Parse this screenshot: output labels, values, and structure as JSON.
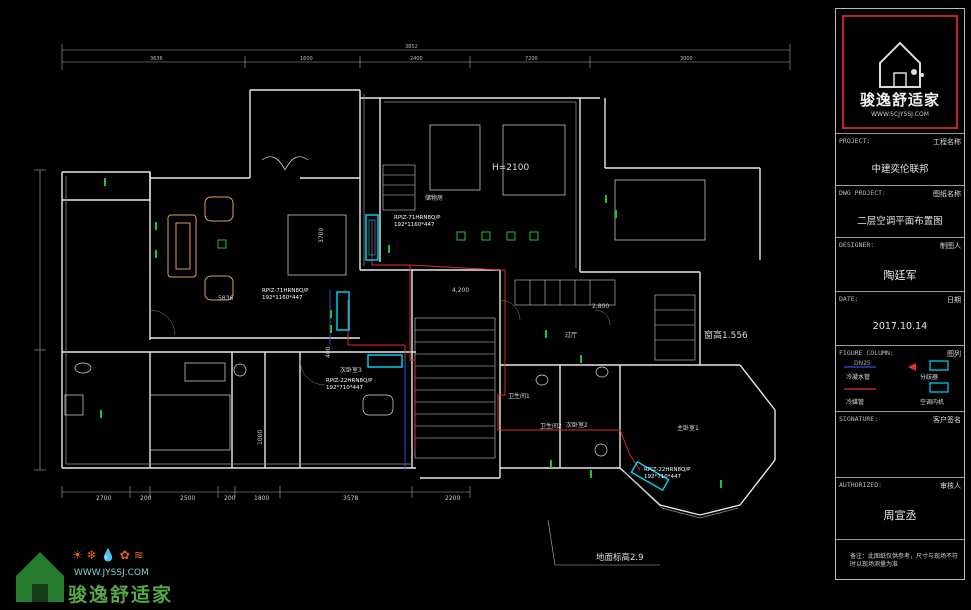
{
  "plan": {
    "dims_top": [
      "3852",
      "3636",
      "1600",
      "2400",
      "7200",
      "3000"
    ],
    "dims_bottom": [
      "2700",
      "200",
      "2500",
      "200",
      "1800",
      "3578",
      "2200"
    ],
    "dims_inner": [
      "3700",
      "5836",
      "4,200",
      "2,800",
      "400",
      "1000"
    ],
    "rooms": {
      "living": "H=2100",
      "storage": "储物房",
      "bedroom3": "次卧室3",
      "bedroom2": "次卧室2",
      "master": "主卧室1",
      "hall": "过厅",
      "bath1": "卫生间1",
      "bath2": "卫生间2"
    },
    "units": [
      {
        "model": "RPIZ-71HRN8Q/P",
        "size": "192*1160*447"
      },
      {
        "model": "RPIZ-71HRN8Q/P",
        "size": "192*1160*447"
      },
      {
        "model": "RPIZ-22HRN8Q/P",
        "size": "192*710*447"
      },
      {
        "model": "RPIZ-22HRN8Q/P",
        "size": "192*710*447"
      }
    ],
    "annotations": {
      "window_height": "窗高1.556",
      "floor_height": "地面标高2.9"
    }
  },
  "titleblock": {
    "logo_text": "骏逸舒适家",
    "logo_url": "WWW.SCJYSSJ.COM",
    "project_label": "PROJECT:",
    "project_label_cn": "工程名称",
    "project_value": "中建奕伦联邦",
    "dwg_label": "DWG PROJECT:",
    "dwg_label_cn": "图纸名称",
    "dwg_value": "二层空调平面布置图",
    "designer_label": "DESIGNER:",
    "designer_label_cn": "制图人",
    "designer_value": "陶廷军",
    "date_label": "DATE:",
    "date_label_cn": "日期",
    "date_value": "2017.10.14",
    "figure_label": "FIGURE COLUMN:",
    "figure_label_cn": "图列",
    "legend": [
      "冷凝水管",
      "分歧器",
      "冷媒管",
      "空调内机"
    ],
    "legend_small": "DN25",
    "signature_label": "SIGNATURE:",
    "signature_label_cn": "客户签名",
    "authorized_label": "AUTHORIZED:",
    "authorized_label_cn": "审核人",
    "authorized_value": "周宣丞",
    "note": "备注：此图纸仅供参考，尺寸与现场不符时以现场测量为准"
  },
  "watermark": {
    "url": "WWW.JYSSJ.COM",
    "brand": "骏逸舒适家"
  }
}
